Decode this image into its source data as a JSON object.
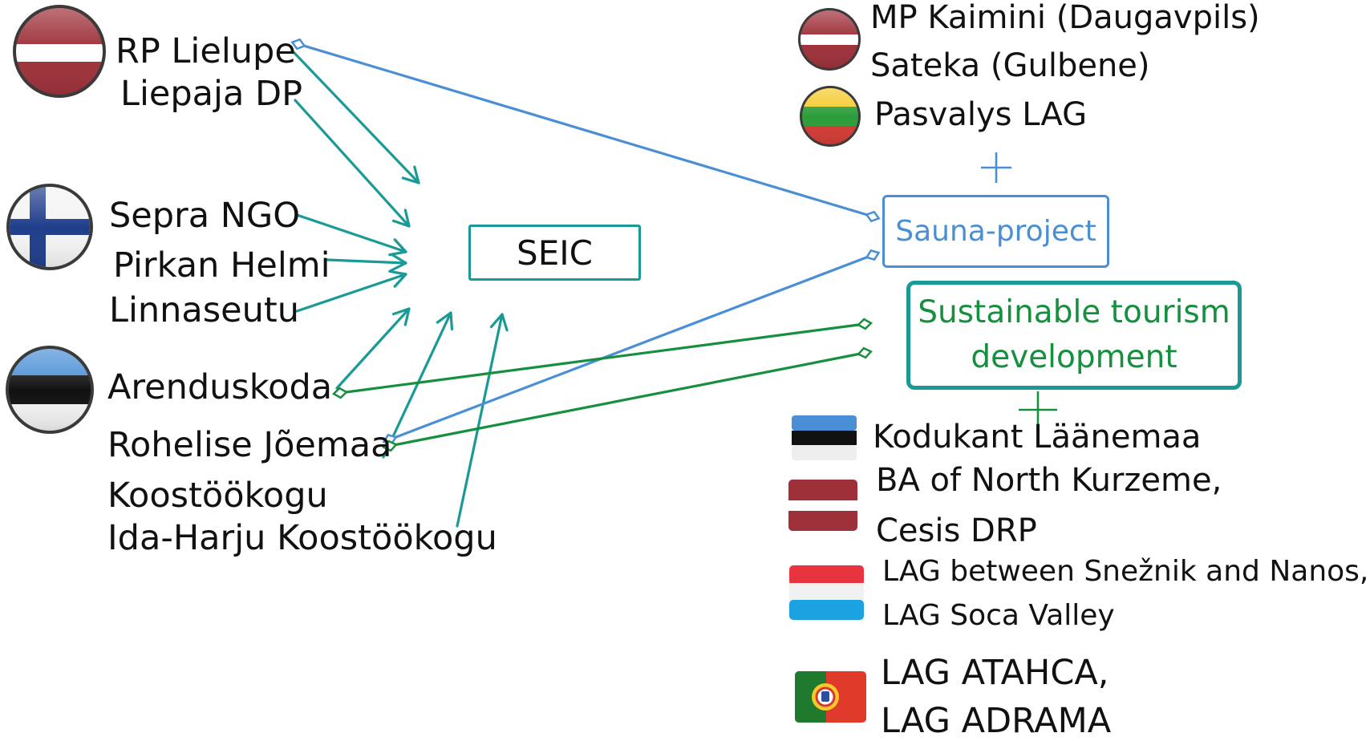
{
  "diagram": {
    "center_node": {
      "label": "SEIC"
    },
    "sauna_node": {
      "label": "Sauna-project"
    },
    "tourism_node": {
      "line1": "Sustainable tourism",
      "line2": "development"
    },
    "left": {
      "latvia": {
        "flag": "latvia-flag-badge",
        "items": [
          "RP Lielupe",
          "Liepaja DP"
        ]
      },
      "finland": {
        "flag": "finland-flag-badge",
        "items": [
          "Sepra NGO",
          "Pirkan Helmi",
          "Linnaseutu"
        ]
      },
      "estonia": {
        "flag": "estonia-flag-badge",
        "items": [
          "Arenduskoda",
          "Rohelise Jõemaa",
          "Koostöökogu",
          "Ida-Harju Koostöökogu"
        ]
      }
    },
    "right_top": {
      "latvia": {
        "flag": "latvia-flag-badge",
        "items": [
          "MP Kaimini (Daugavpils)",
          "Sateka (Gulbene)"
        ]
      },
      "lithuania": {
        "flag": "lithuania-flag-badge",
        "items": [
          "Pasvalys LAG"
        ]
      }
    },
    "right_bottom": {
      "estonia": {
        "flag": "estonia-flag",
        "items": [
          "Kodukant Läänemaa"
        ]
      },
      "latvia": {
        "flag": "latvia-flag",
        "items": [
          "BA of North Kurzeme,",
          "Cesis DRP"
        ]
      },
      "slovenia": {
        "flag": "slovenia-flag",
        "items": [
          "LAG between Snežnik  and Nanos,",
          "LAG Soca Valley"
        ]
      },
      "portugal": {
        "flag": "portugal-flag",
        "items": [
          "LAG ATAHCA,",
          "LAG ADRAMA"
        ]
      }
    },
    "colors": {
      "teal": "#1a9a96",
      "blue": "#4a8fd6",
      "green": "#168f3e",
      "latvia_red": "#9e3039",
      "estonia_blue": "#4a8fd6",
      "finland_blue": "#1f3d8a",
      "lithuania_yellow": "#f5c92a",
      "lithuania_green": "#2c9c3a",
      "lithuania_red": "#d33a33",
      "slovenia_red": "#e8343e",
      "slovenia_blue": "#1aa3e0",
      "portugal_green": "#1f7a2e",
      "portugal_red": "#e03a2a"
    }
  }
}
